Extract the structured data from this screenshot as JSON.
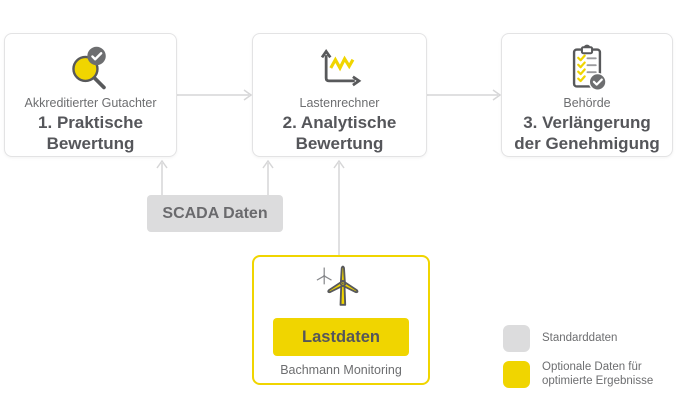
{
  "colors": {
    "accent_yellow": "#F0D500",
    "dark_gray": "#58595B",
    "text_gray": "#6D6E70",
    "light_gray": "#DCDCDD",
    "border_gray": "#E3E3E4",
    "arrow_gray": "#D6D6D7",
    "title_gray": "#55565A"
  },
  "process_boxes": [
    {
      "icon": "magnifier-check-icon",
      "subtitle": "Akkreditierter Gutachter",
      "title": "1. Praktische Bewertung"
    },
    {
      "icon": "line-chart-icon",
      "subtitle": "Lastenrechner",
      "title": "2. Analytische Bewertung"
    },
    {
      "icon": "clipboard-check-icon",
      "subtitle": "Behörde",
      "title": "3. Verlängerung der Genehmigung"
    }
  ],
  "scada_box": {
    "label": "SCADA Daten"
  },
  "lastdaten_box": {
    "icon": "wind-turbine-icon",
    "button_label": "Lastdaten",
    "caption": "Bachmann Monitoring"
  },
  "legend": {
    "items": [
      {
        "swatch_color": "#DCDCDD",
        "label": "Standarddaten"
      },
      {
        "swatch_color": "#F0D500",
        "label": "Optionale Daten für optimierte Ergebnisse"
      }
    ]
  }
}
